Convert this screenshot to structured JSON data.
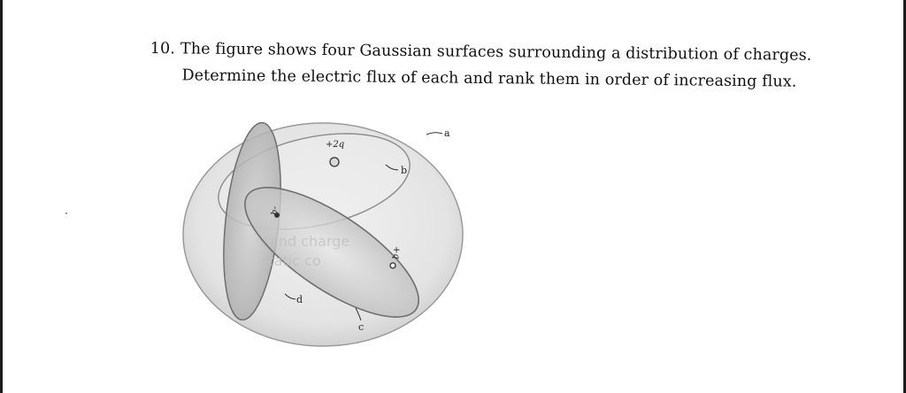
{
  "question": {
    "number": "10.",
    "line1": "The figure shows four Gaussian surfaces surrounding a distribution of charges.",
    "line2": "Determine the electric flux of each and rank them in order of increasing flux."
  },
  "figure": {
    "surface_labels": {
      "a": "a",
      "b": "b",
      "c": "c",
      "d": "d"
    },
    "charges": {
      "positive_2q": "+2q",
      "negative_q": "-q",
      "positive_q": "+q"
    },
    "bleed_through": {
      "line1": "and charge",
      "line2": "static co"
    }
  }
}
